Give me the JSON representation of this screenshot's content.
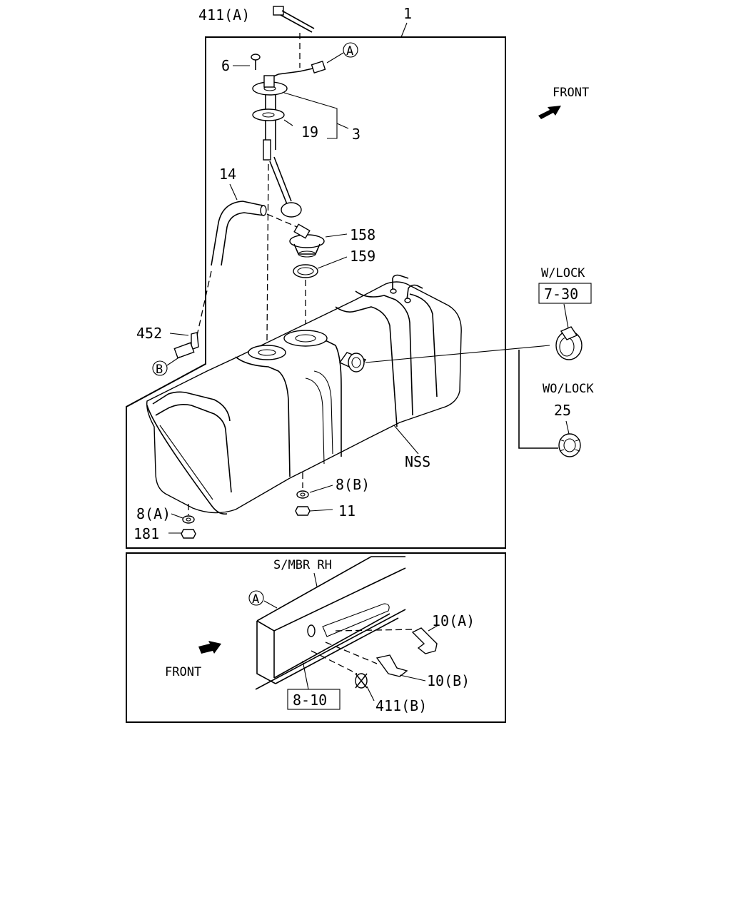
{
  "labels": {
    "p411a": "411(A)",
    "p1": "1",
    "p6": "6",
    "ref_a_top": "A",
    "front_top": "FRONT",
    "p19": "19",
    "p3": "3",
    "p14": "14",
    "p158": "158",
    "p159": "159",
    "wlock": "W/LOCK",
    "ref730": "7-30",
    "p452": "452",
    "ref_b": "B",
    "wolock": "WO/LOCK",
    "p25": "25",
    "nss": "NSS",
    "p8b": "8(B)",
    "p8a": "8(A)",
    "p11": "11",
    "p181": "181",
    "smbr": "S/MBR RH",
    "ref_a_bottom": "A",
    "p10a": "10(A)",
    "front_bottom": "FRONT",
    "p10b": "10(B)",
    "ref810": "8-10",
    "p411b": "411(B)"
  }
}
